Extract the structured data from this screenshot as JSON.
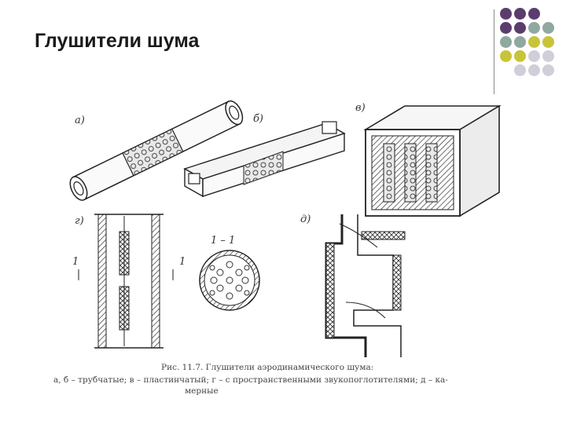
{
  "slide": {
    "title": "Глушители шума"
  },
  "decor": {
    "dot_colors": [
      "#5a3d6e",
      "#8fa8a0",
      "#c8c43a",
      "#cfcfd8"
    ]
  },
  "figure": {
    "labels": [
      "а)",
      "б)",
      "в)",
      "г)",
      "д)"
    ],
    "section_label": "1 – 1",
    "section_marks": [
      "1",
      "1"
    ],
    "caption_line1": "Рис. 11.7. Глушители аэродинамического шума:",
    "caption_line2": "а, б – трубчатые; в – пластинчатый; г – с пространственными звукопоглотителями; д – ка-",
    "caption_line3": "мерные"
  }
}
